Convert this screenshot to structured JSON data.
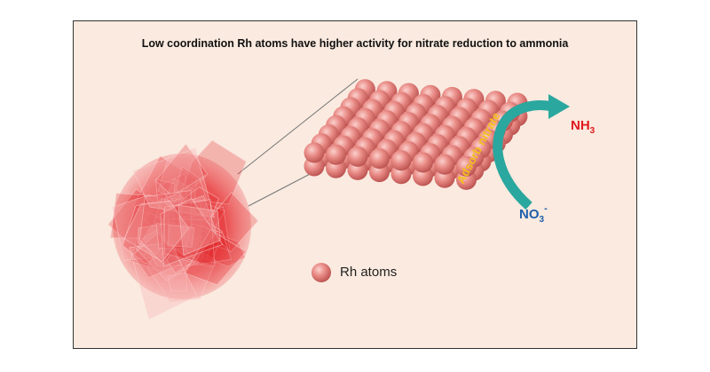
{
  "title": "Low coordination Rh atoms have higher activity for nitrate reduction to ammonia",
  "colors": {
    "background": "#faeadf",
    "border": "#333333",
    "atom": "#e77b78",
    "arrow": "#2aa79e",
    "nh3_text": "#e0191e",
    "no3_text": "#1f5fad",
    "adsorb_text": "#f2c01b",
    "nanoparticle": "#e8242a"
  },
  "labels": {
    "nh3_main": "NH",
    "nh3_sub": "3",
    "no3_main": "NO",
    "no3_sub": "3",
    "no3_sup": "-",
    "adsorb": "Adsorb nitrate",
    "legend": "Rh atoms"
  },
  "icons": {
    "nanoparticle": "crumpled-nanosheet-cluster",
    "atom_lattice": "sphere-lattice",
    "reaction_arrow": "curved-arrow"
  }
}
